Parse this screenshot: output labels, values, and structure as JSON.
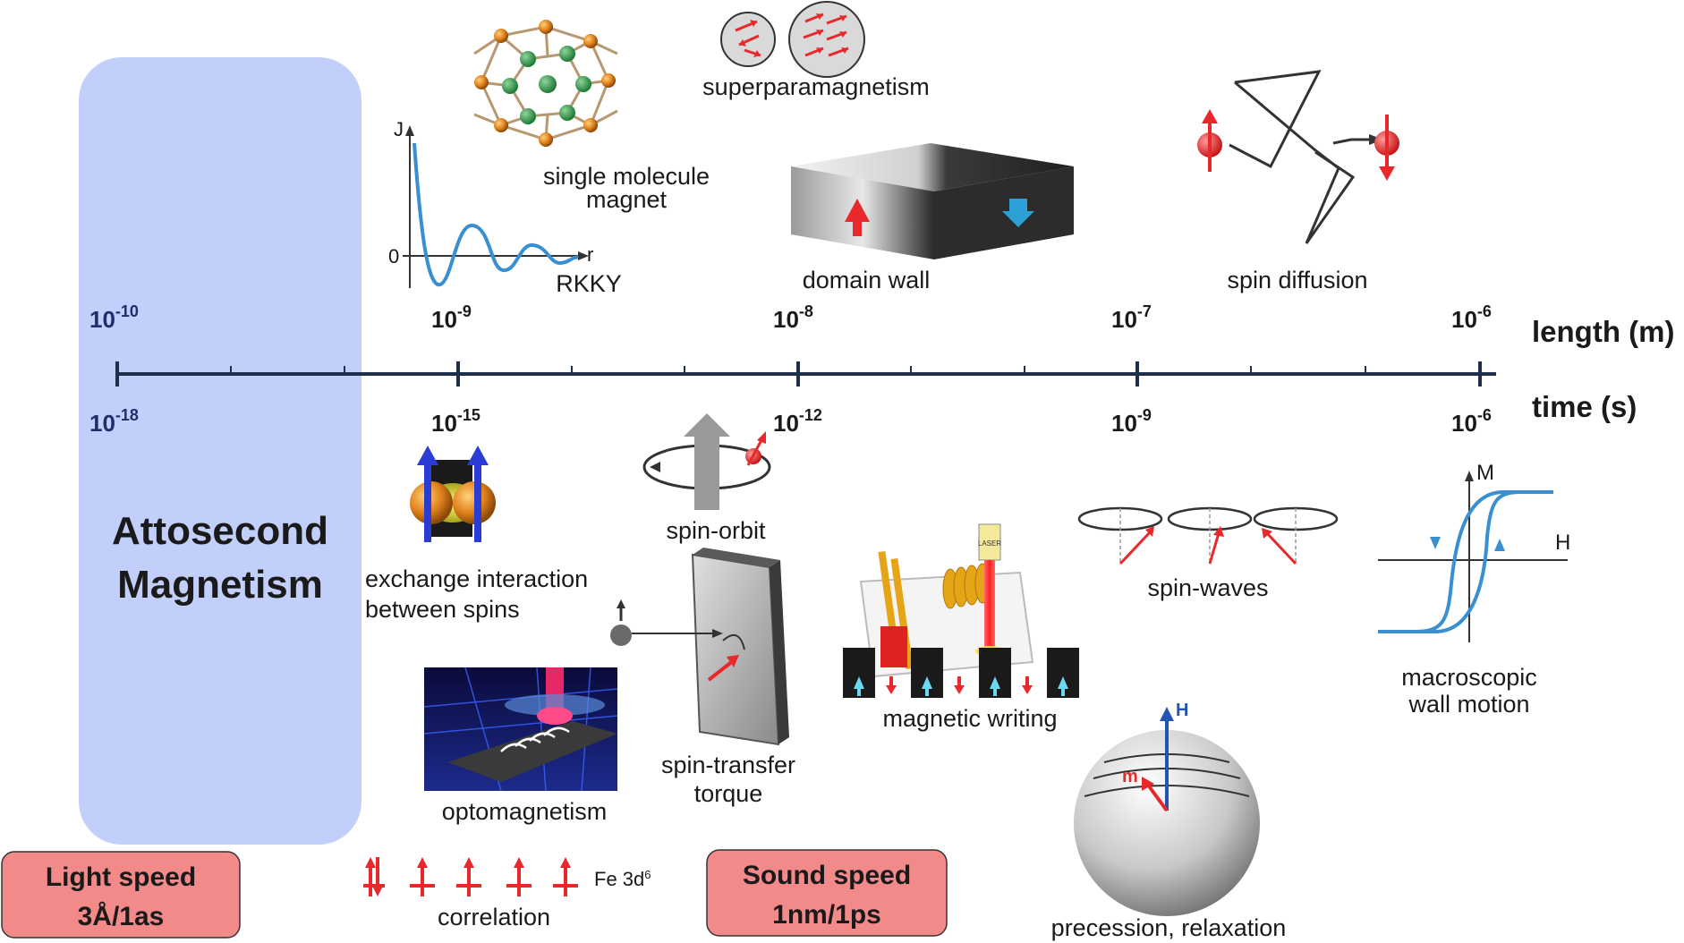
{
  "axis": {
    "length_title": "length (m)",
    "time_title": "time (s)",
    "length_ticks": [
      {
        "base": "10",
        "exp": "-10"
      },
      {
        "base": "10",
        "exp": "-9"
      },
      {
        "base": "10",
        "exp": "-8"
      },
      {
        "base": "10",
        "exp": "-7"
      },
      {
        "base": "10",
        "exp": "-6"
      }
    ],
    "time_ticks": [
      {
        "base": "10",
        "exp": "-18"
      },
      {
        "base": "10",
        "exp": "-15"
      },
      {
        "base": "10",
        "exp": "-12"
      },
      {
        "base": "10",
        "exp": "-9"
      },
      {
        "base": "10",
        "exp": "-6"
      }
    ]
  },
  "highlight": {
    "title_line1": "Attosecond",
    "title_line2": "Magnetism",
    "color": "#c3cffb"
  },
  "badges": {
    "light_line1": "Light speed",
    "light_line2": "3Å/1as",
    "sound_line1": "Sound speed",
    "sound_line2": "1nm/1ps",
    "color": "#f38a8a"
  },
  "phenomena": {
    "rkky": "RKKY",
    "rkky_j": "J",
    "rkky_r": "r",
    "rkky_zero": "0",
    "smm_line1": "single molecule",
    "smm_line2": "magnet",
    "superpara": "superparamagnetism",
    "domain_wall": "domain wall",
    "spin_diffusion": "spin diffusion",
    "exchange_line1": "exchange interaction",
    "exchange_line2": "between spins",
    "spin_orbit": "spin-orbit",
    "stt_line1": "spin-transfer",
    "stt_line2": "torque",
    "optomagnetism": "optomagnetism",
    "correlation": "correlation",
    "fe_label": "Fe 3d",
    "fe_sup": "6",
    "magnetic_writing": "magnetic writing",
    "laser_text": "LASER",
    "spin_waves": "spin-waves",
    "precession": "precession, relaxation",
    "prec_h": "H",
    "prec_m": "m",
    "wall_motion_line1": "macroscopic",
    "wall_motion_line2": "wall motion",
    "hyst_m": "M",
    "hyst_h": "H"
  },
  "colors": {
    "axis": "#1f2e4a",
    "spin_red": "#e8282b",
    "spin_blue": "#2ea0d8",
    "curve_blue": "#3a8fd0"
  }
}
